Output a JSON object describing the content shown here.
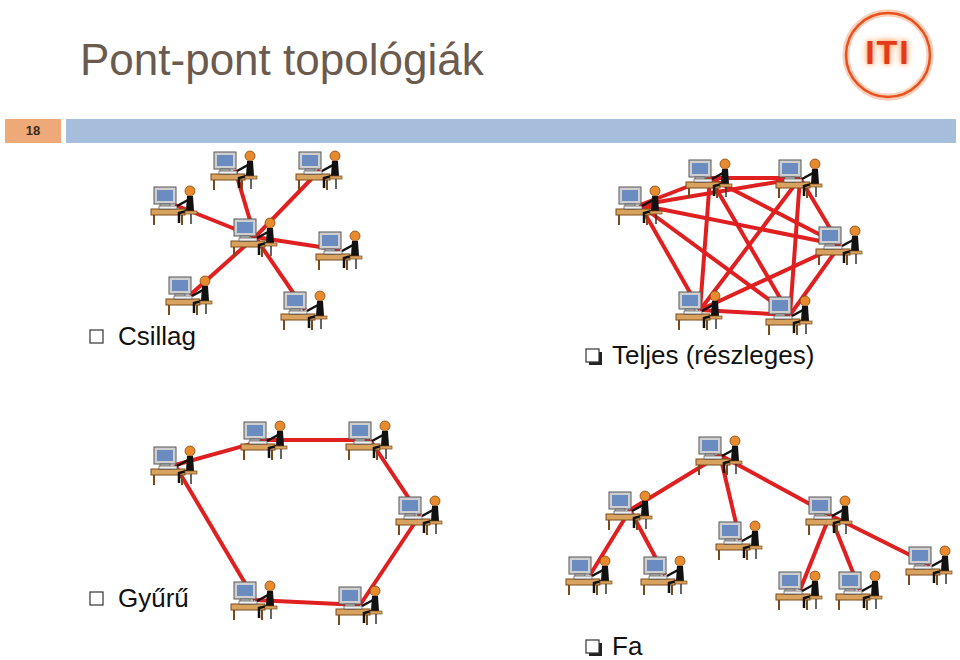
{
  "diagram": {
    "title": "Pont-pont topológiák",
    "labels": [
      "18",
      "Csillag",
      "Teljes (részleges)",
      "Gyűrű",
      "Fa",
      "ITI"
    ]
  }
}
